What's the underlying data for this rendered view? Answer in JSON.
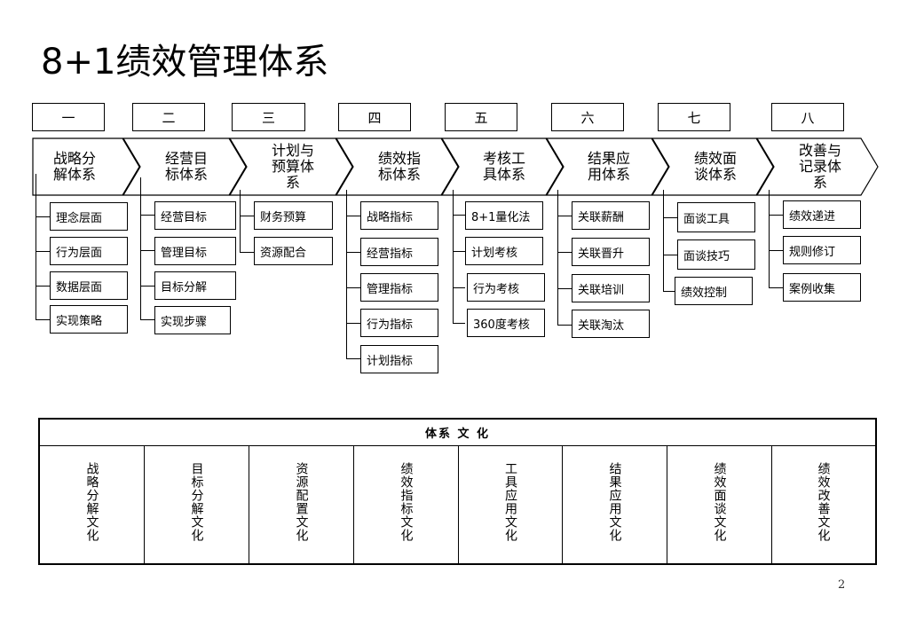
{
  "title": "8+1绩效管理体系",
  "phases": [
    {
      "num": "一",
      "head": "战略分\n解体系",
      "items": [
        "理念层面",
        "行为层面",
        "数据层面",
        "实现策略"
      ]
    },
    {
      "num": "二",
      "head": "经营目\n标体系",
      "items": [
        "经营目标",
        "管理目标",
        "目标分解",
        "实现步骤"
      ]
    },
    {
      "num": "三",
      "head": "计划与\n预算体\n系",
      "items": [
        "财务预算",
        "资源配合"
      ]
    },
    {
      "num": "四",
      "head": "绩效指\n标体系",
      "items": [
        "战略指标",
        "经营指标",
        "管理指标",
        "行为指标",
        "计划指标"
      ]
    },
    {
      "num": "五",
      "head": "考核工\n具体系",
      "items": [
        "8+1量化法",
        "计划考核",
        "行为考核",
        "360度考核"
      ]
    },
    {
      "num": "六",
      "head": "结果应\n用体系",
      "items": [
        "关联薪酬",
        "关联晋升",
        "关联培训",
        "关联淘汰"
      ]
    },
    {
      "num": "七",
      "head": "绩效面\n谈体系",
      "items": [
        "面谈工具",
        "面谈技巧",
        "绩效控制"
      ]
    },
    {
      "num": "八",
      "head": "改善与\n记录体\n系",
      "items": [
        "绩效递进",
        "规则修订",
        "案例收集"
      ]
    }
  ],
  "culture": {
    "title": "体系 文 化",
    "columns": [
      "战略分解文化",
      "目标分解文化",
      "资源配置文化",
      "绩效指标文化",
      "工具应用文化",
      "结果应用文化",
      "绩效面谈文化",
      "绩效改善文化"
    ]
  },
  "page_number": "2"
}
